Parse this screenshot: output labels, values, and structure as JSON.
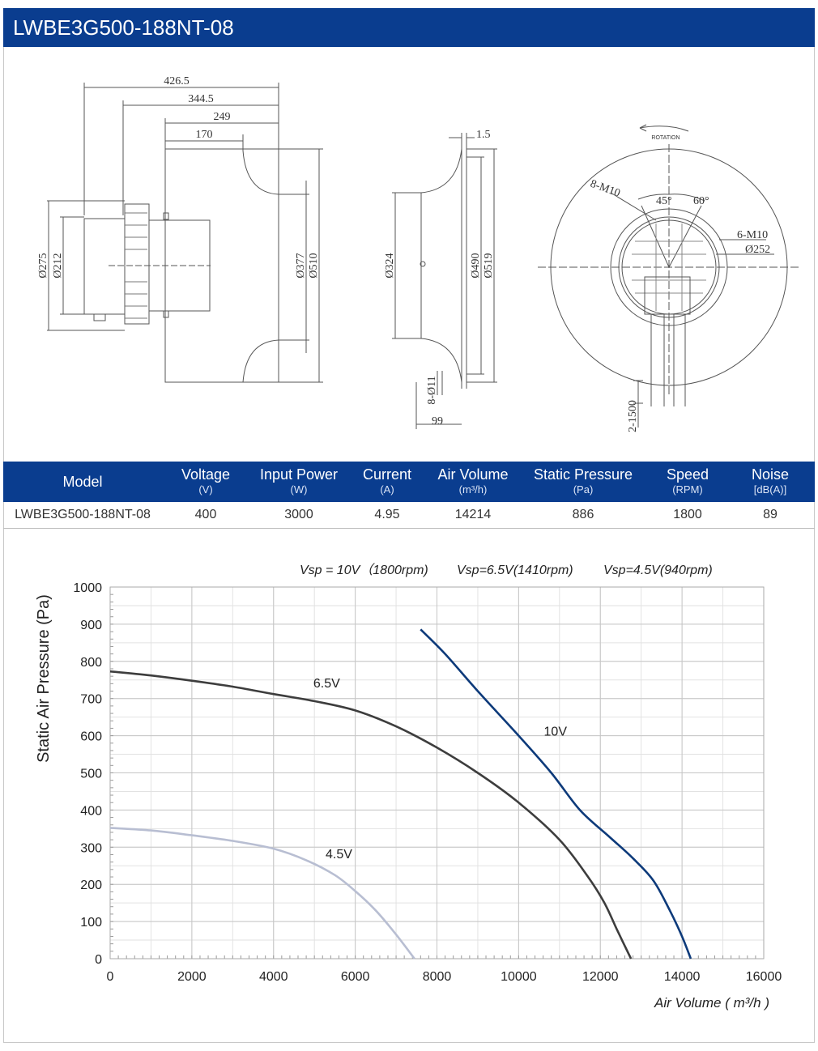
{
  "header": {
    "title": "LWBE3G500-188NT-08"
  },
  "drawing": {
    "side_view": {
      "dims_top": [
        "426.5",
        "344.5",
        "249",
        "170"
      ],
      "dims_left": [
        "Ø275",
        "Ø212"
      ],
      "dims_right": [
        "Ø377",
        "Ø510"
      ]
    },
    "section_view": {
      "dim_top": "1.5",
      "dims_left": [
        "Ø324"
      ],
      "dims_right": [
        "Ø490",
        "Ø519"
      ],
      "dim_hole": "8-Ø11",
      "dim_bottom": "99"
    },
    "front_view": {
      "rotation": "ROTATION",
      "label_a": "8-M10",
      "angle_a": "45°",
      "angle_b": "60°",
      "label_b": "6-M10",
      "label_c": "Ø252",
      "cable": "2-1500"
    }
  },
  "spec_table": {
    "columns": [
      {
        "label": "Model",
        "unit": ""
      },
      {
        "label": "Voltage",
        "unit": "(V)"
      },
      {
        "label": "Input Power",
        "unit": "(W)"
      },
      {
        "label": "Current",
        "unit": "(A)"
      },
      {
        "label": "Air Volume",
        "unit": "(m³/h)"
      },
      {
        "label": "Static Pressure",
        "unit": "(Pa)"
      },
      {
        "label": "Speed",
        "unit": "(RPM)"
      },
      {
        "label": "Noise",
        "unit": "[dB(A)]"
      }
    ],
    "row": [
      "LWBE3G500-188NT-08",
      "400",
      "3000",
      "4.95",
      "14214",
      "886",
      "1800",
      "89"
    ]
  },
  "chart_data": {
    "type": "line",
    "legend_text": [
      "Vsp = 10V（1800rpm)",
      "Vsp=6.5V(1410rpm)",
      "Vsp=4.5V(940rpm)"
    ],
    "xlabel": "Air Volume ( m³/h )",
    "ylabel": "Static Air Pressure  (Pa)",
    "xlim": [
      0,
      16000
    ],
    "ylim": [
      0,
      1000
    ],
    "xticks": [
      "0",
      "2000",
      "4000",
      "6000",
      "8000",
      "10000",
      "12000",
      "14000",
      "16000"
    ],
    "yticks": [
      "0",
      "100",
      "200",
      "300",
      "400",
      "500",
      "600",
      "700",
      "800",
      "900",
      "1000"
    ],
    "grid": true,
    "series": [
      {
        "name": "10V",
        "color": "#0d3a7a",
        "x": [
          7600,
          8200,
          9000,
          10000,
          10800,
          11500,
          12200,
          12800,
          13300,
          13700,
          14000,
          14214
        ],
        "y": [
          886,
          820,
          720,
          600,
          500,
          400,
          330,
          270,
          210,
          130,
          60,
          0
        ]
      },
      {
        "name": "6.5V",
        "color": "#3d3d3d",
        "x": [
          0,
          1000,
          2000,
          3000,
          4000,
          5000,
          6000,
          7000,
          8000,
          9000,
          10000,
          11000,
          11700,
          12100,
          12400,
          12750
        ],
        "y": [
          773,
          762,
          748,
          732,
          712,
          693,
          668,
          625,
          568,
          500,
          420,
          320,
          220,
          150,
          80,
          0
        ]
      },
      {
        "name": "4.5V",
        "color": "#b8bed2",
        "x": [
          0,
          1000,
          2000,
          3000,
          4000,
          4800,
          5500,
          6000,
          6500,
          7000,
          7450
        ],
        "y": [
          352,
          345,
          332,
          317,
          296,
          265,
          225,
          182,
          130,
          65,
          0
        ]
      }
    ]
  }
}
